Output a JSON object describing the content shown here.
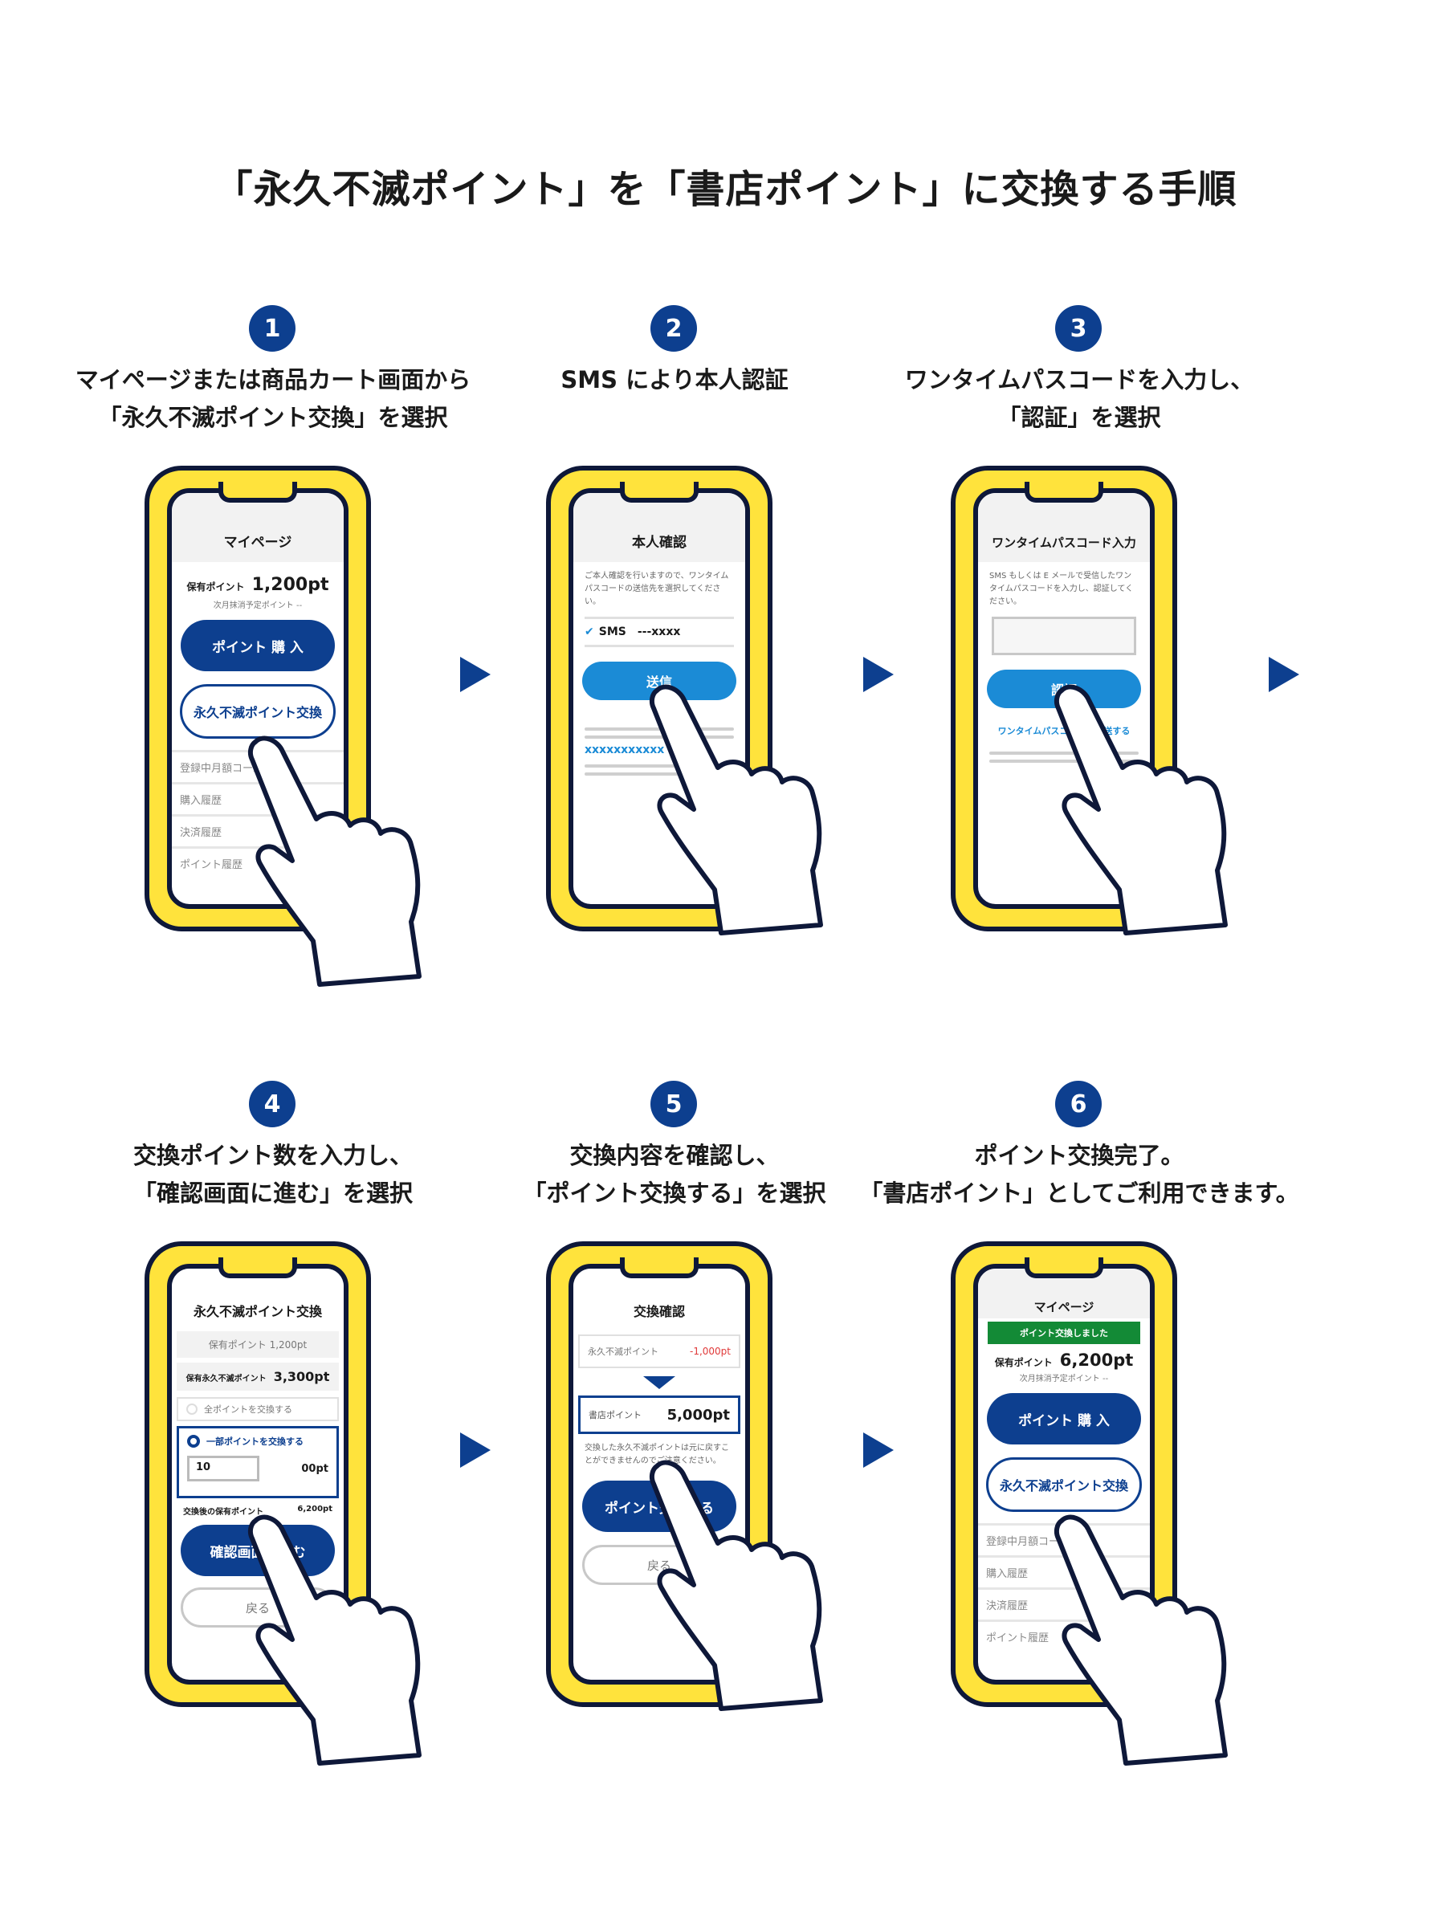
{
  "page_title": "「永久不滅ポイント」を「書店ポイント」に交換する手順",
  "steps": [
    {
      "number": "1",
      "caption_lines": [
        "マイページまたは商品カート画面から",
        "「永久不滅ポイント交換」を選択"
      ],
      "screen": {
        "header": "マイページ",
        "points_label": "保有ポイント",
        "points_value": "1,200pt",
        "sub_note": "次月抹消予定ポイント --",
        "buy_button": "ポイント 購 入",
        "exchange_button": "永久不滅ポイント交換",
        "menu": [
          "登録中月額コース確認",
          "購入履歴",
          "決済履歴",
          "ポイント履歴"
        ]
      }
    },
    {
      "number": "2",
      "caption_lines": [
        "SMS により本人認証"
      ],
      "screen": {
        "header": "本人確認",
        "note": "ご本人確認を行いますので、ワンタイムパスコードの送信先を選択してください。",
        "sms_label": "SMS",
        "sms_value": "---xxxx",
        "send_button": "送信",
        "email_value": "xxxxxxxxxxx"
      }
    },
    {
      "number": "3",
      "caption_lines": [
        "ワンタイムパスコードを入力し、",
        "「認証」を選択"
      ],
      "screen": {
        "header": "ワンタイムパスコード入力",
        "note": "SMS もしくは E メールで受信したワンタイムパスコードを入力し、認証してください。",
        "auth_button": "認証",
        "resend_link": "ワンタイムパスコードを再送する"
      }
    },
    {
      "number": "4",
      "caption_lines": [
        "交換ポイント数を入力し、",
        "「確認画面に進む」を選択"
      ],
      "screen": {
        "header": "永久不滅ポイント交換",
        "owned_points": "保有ポイント 1,200pt",
        "eternal_label": "保有永久不滅ポイント",
        "eternal_value": "3,300pt",
        "option_all": "全ポイントを交換する",
        "option_part": "一部ポイントを交換する",
        "input_value": "10",
        "input_suffix": "00pt",
        "after_label": "交換後の保有ポイント",
        "after_value": "6,200pt",
        "confirm_button": "確認画面に進む",
        "back_button": "戻る"
      }
    },
    {
      "number": "5",
      "caption_lines": [
        "交換内容を確認し、",
        "「ポイント交換する」を選択"
      ],
      "screen": {
        "header": "交換確認",
        "from_label": "永久不滅ポイント",
        "from_value": "-1,000pt",
        "to_label": "書店ポイント",
        "to_value": "5,000pt",
        "note": "交換した永久不滅ポイントは元に戻すことができませんのでご注意ください。",
        "exchange_button": "ポイント交換する",
        "back_button": "戻る"
      }
    },
    {
      "number": "6",
      "caption_lines": [
        "ポイント交換完了。",
        "「書店ポイント」としてご利用できます。"
      ],
      "screen": {
        "header": "マイページ",
        "success_banner": "ポイント交換しました",
        "points_label": "保有ポイント",
        "points_value": "6,200pt",
        "sub_note": "次月抹消予定ポイント --",
        "buy_button": "ポイント 購 入",
        "exchange_button": "永久不滅ポイント交換",
        "menu": [
          "登録中月額コース確認",
          "購入履歴",
          "決済履歴",
          "ポイント履歴"
        ]
      }
    }
  ],
  "colors": {
    "navy": "#0d3f8f",
    "phone_yellow": "#ffe33c",
    "outline": "#0e1839",
    "light_blue": "#1b8bd6",
    "success_green": "#138a36",
    "negative_red": "#e03a3a"
  },
  "icons": [
    "arrow-right-icon",
    "hand-pointer-icon",
    "check-icon",
    "down-triangle-icon"
  ]
}
